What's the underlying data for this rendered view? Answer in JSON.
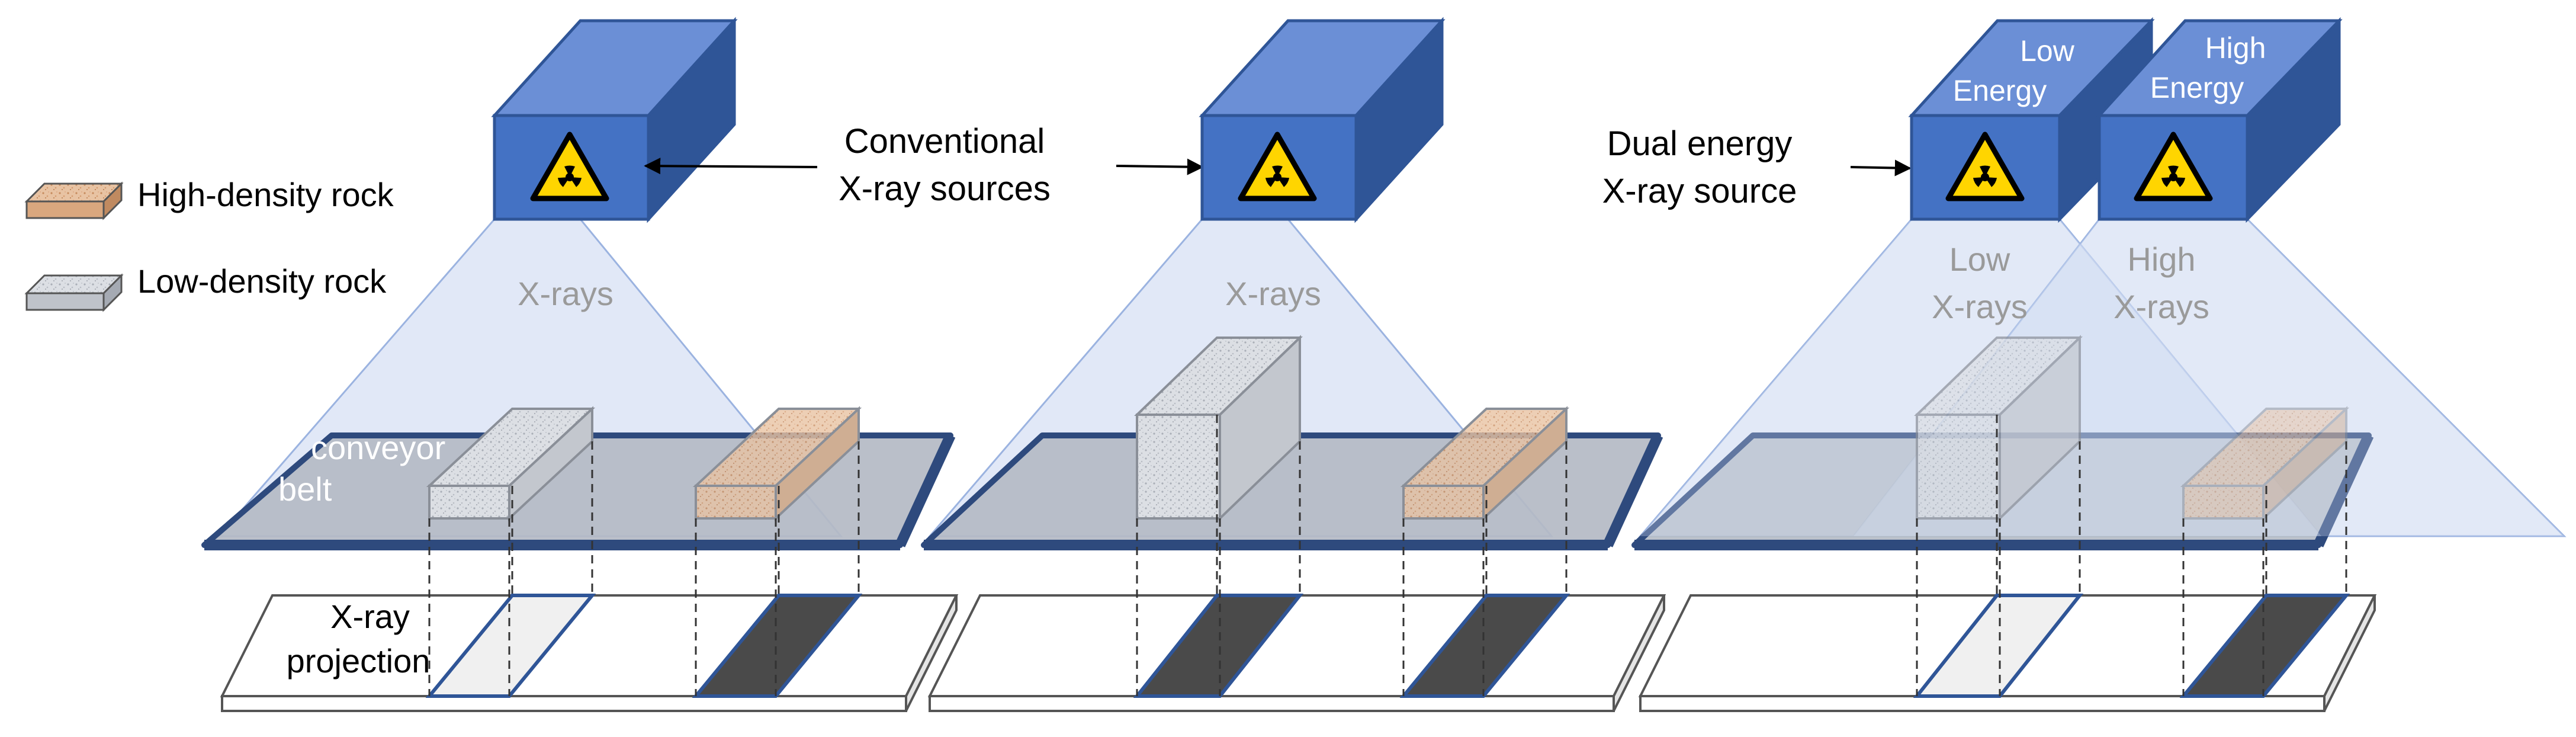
{
  "legend": {
    "high_density": "High-density rock",
    "low_density": "Low-density rock"
  },
  "labels": {
    "conventional_line1": "Conventional",
    "conventional_line2": "X-ray sources",
    "dual_line1": "Dual energy",
    "dual_line2": "X-ray source",
    "xrays_panel1": "X-rays",
    "xrays_panel2": "X-rays",
    "low_energy_line1": "Low",
    "low_energy_line2": "Energy",
    "high_energy_line1": "High",
    "high_energy_line2": "Energy",
    "low_xrays_line1": "Low",
    "low_xrays_line2": "X-rays",
    "high_xrays_line1": "High",
    "high_xrays_line2": "X-rays",
    "conveyor_line1": "conveyor",
    "conveyor_line2": "belt",
    "projection_line1": "X-ray",
    "projection_line2": "projection"
  },
  "colors": {
    "source_front": "#4472C4",
    "source_top": "#6B8FD6",
    "source_side": "#2F5597",
    "hazard_yellow": "#FFD500",
    "beam": "#C9D6F0",
    "belt_top": "#B4BAC4",
    "belt_edge": "#2E4A7D",
    "high_density_rock": "#D9A77E",
    "low_density_rock": "#C5CAD2",
    "projection_dark": "#4A4A4A",
    "projection_light": "#F0F0F0"
  },
  "icons": [
    "radiation-hazard-icon"
  ]
}
